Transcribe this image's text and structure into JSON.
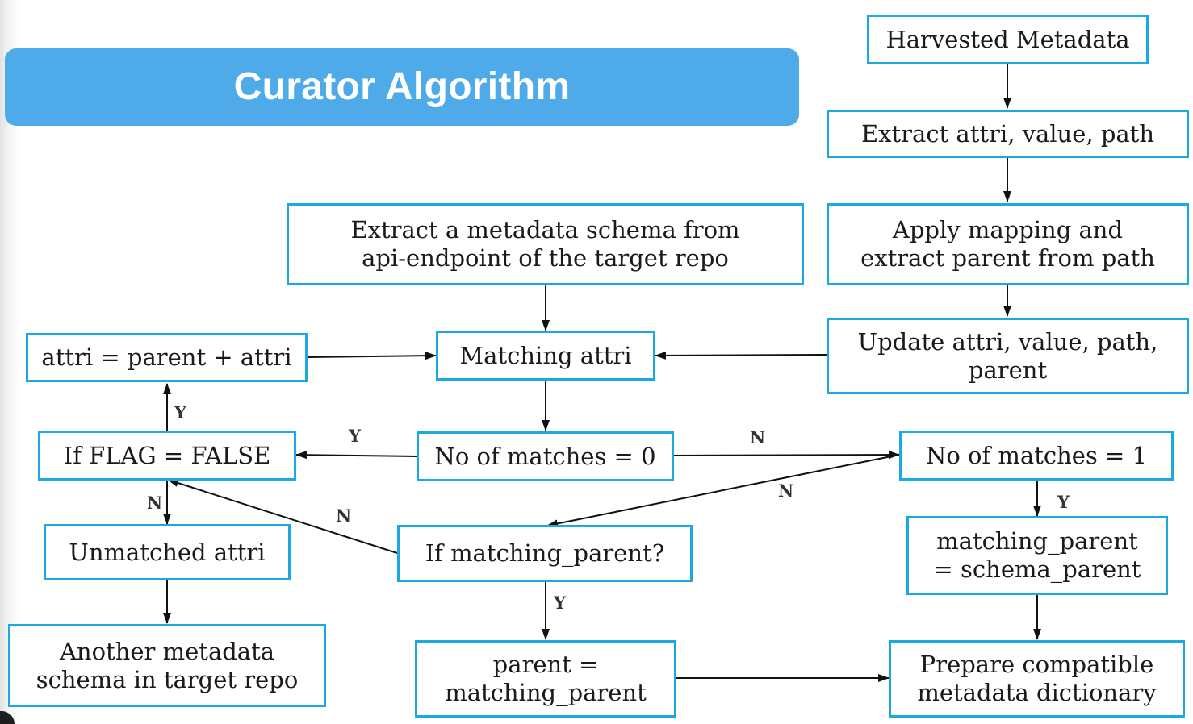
{
  "title": "Curator Algorithm",
  "colors": {
    "banner": "#4eaae8",
    "box_border": "#1ba9e1",
    "arrow": "#111111"
  },
  "nodes": {
    "harvested": "Harvested Metadata",
    "extract_attri": "Extract attri, value, path",
    "apply_mapping": [
      "Apply mapping and",
      "extract parent from path"
    ],
    "update_attri": [
      "Update attri, value, path,",
      "parent"
    ],
    "extract_schema": [
      "Extract a metadata schema from",
      "api-endpoint of the target repo"
    ],
    "matching_attri": "Matching attri",
    "attri_parent": "attri = parent + attri",
    "flag_false": "If FLAG = FALSE",
    "matches_zero": "No of matches = 0",
    "matches_one": "No of matches = 1",
    "unmatched": "Unmatched attri",
    "if_matching_parent": "If matching_parent?",
    "matching_parent_schema": [
      "matching_parent",
      "= schema_parent"
    ],
    "another_schema": [
      "Another metadata",
      "schema in target repo"
    ],
    "parent_eq": [
      "parent =",
      "matching_parent"
    ],
    "prepare_dict": [
      "Prepare compatible",
      "metadata dictionary"
    ]
  },
  "edge_labels": {
    "flag_to_attri": "Y",
    "zero_to_flag": "Y",
    "zero_to_one": "N",
    "one_to_ifparent": "N",
    "flag_to_unmatched": "N",
    "ifparent_to_flag": "N",
    "one_to_schema": "Y",
    "ifparent_to_parent": "Y"
  }
}
